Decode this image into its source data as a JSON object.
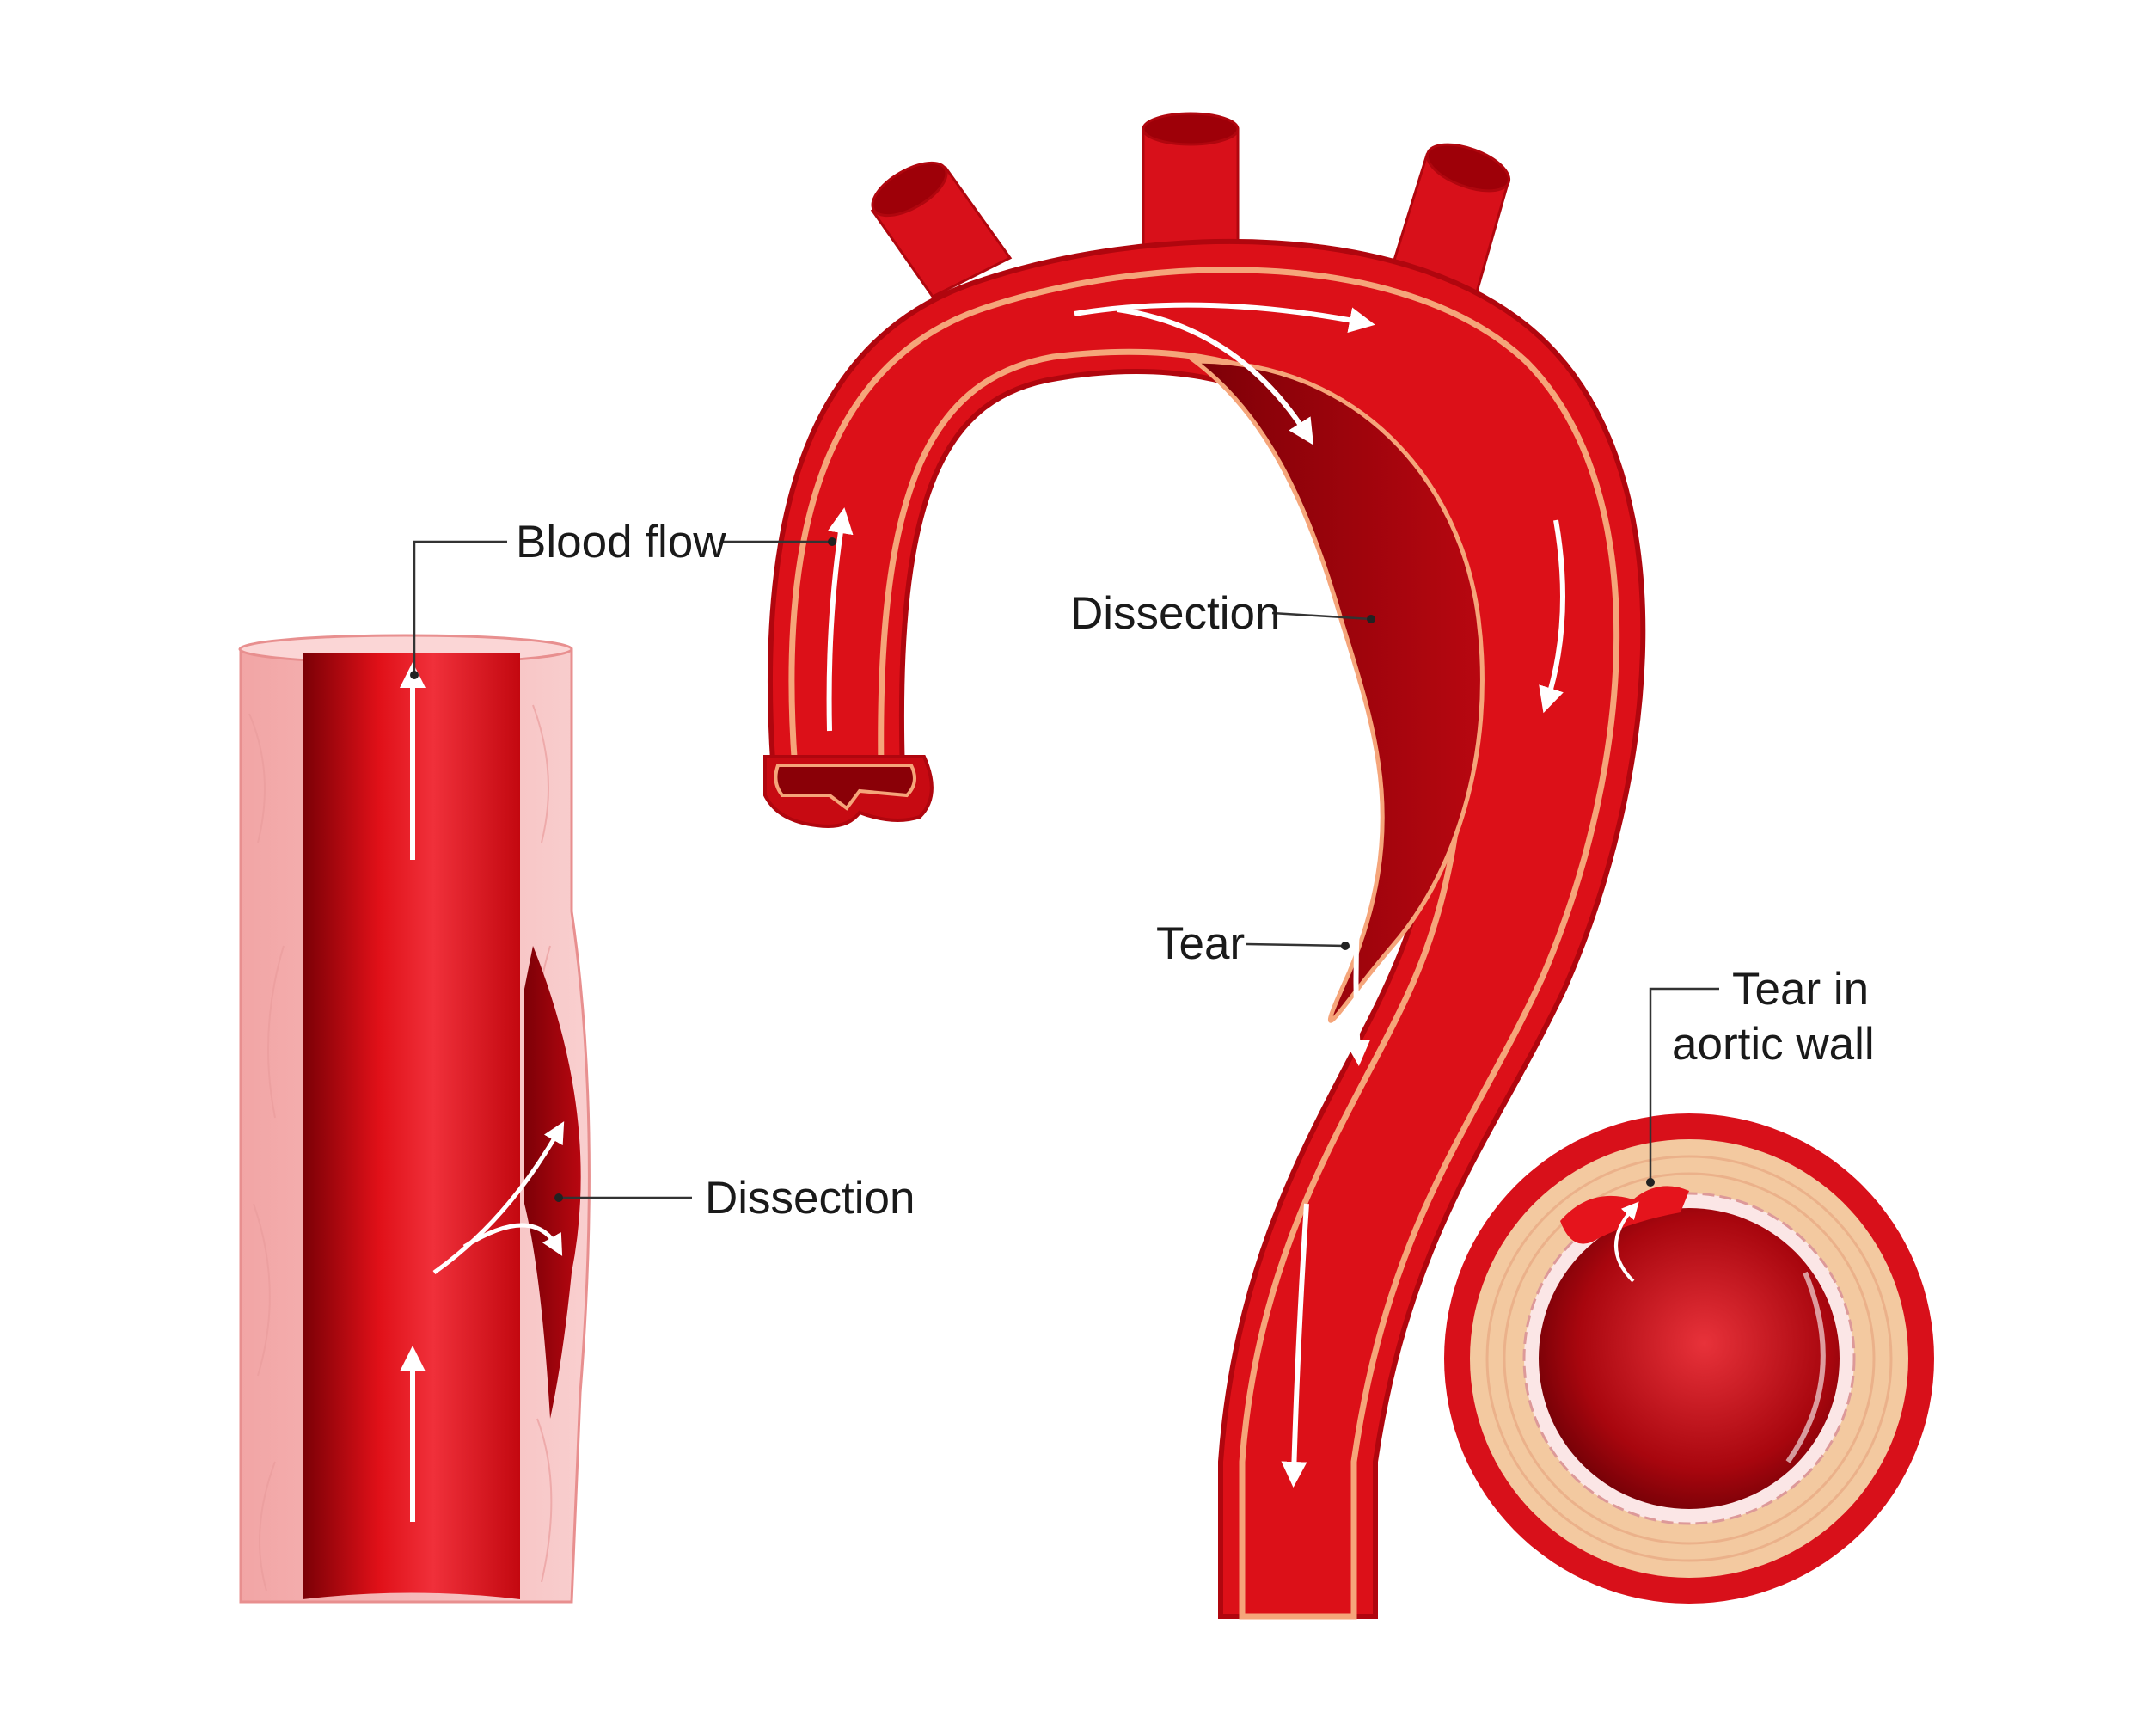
{
  "labels": {
    "blood_flow": "Blood flow",
    "dissection_left": "Dissection",
    "dissection_arch": "Dissection",
    "tear": "Tear",
    "tear_wall_line1": "Tear in",
    "tear_wall_line2": "aortic wall"
  },
  "colors": {
    "lumen_red": "#e5141c",
    "dark_red": "#9e0008",
    "wall_pink": "#f7b8b8",
    "intima_peach": "#f5a57a",
    "muscle_tan": "#f3c9a0",
    "leader_line": "#333333",
    "arrow_white": "#ffffff"
  }
}
